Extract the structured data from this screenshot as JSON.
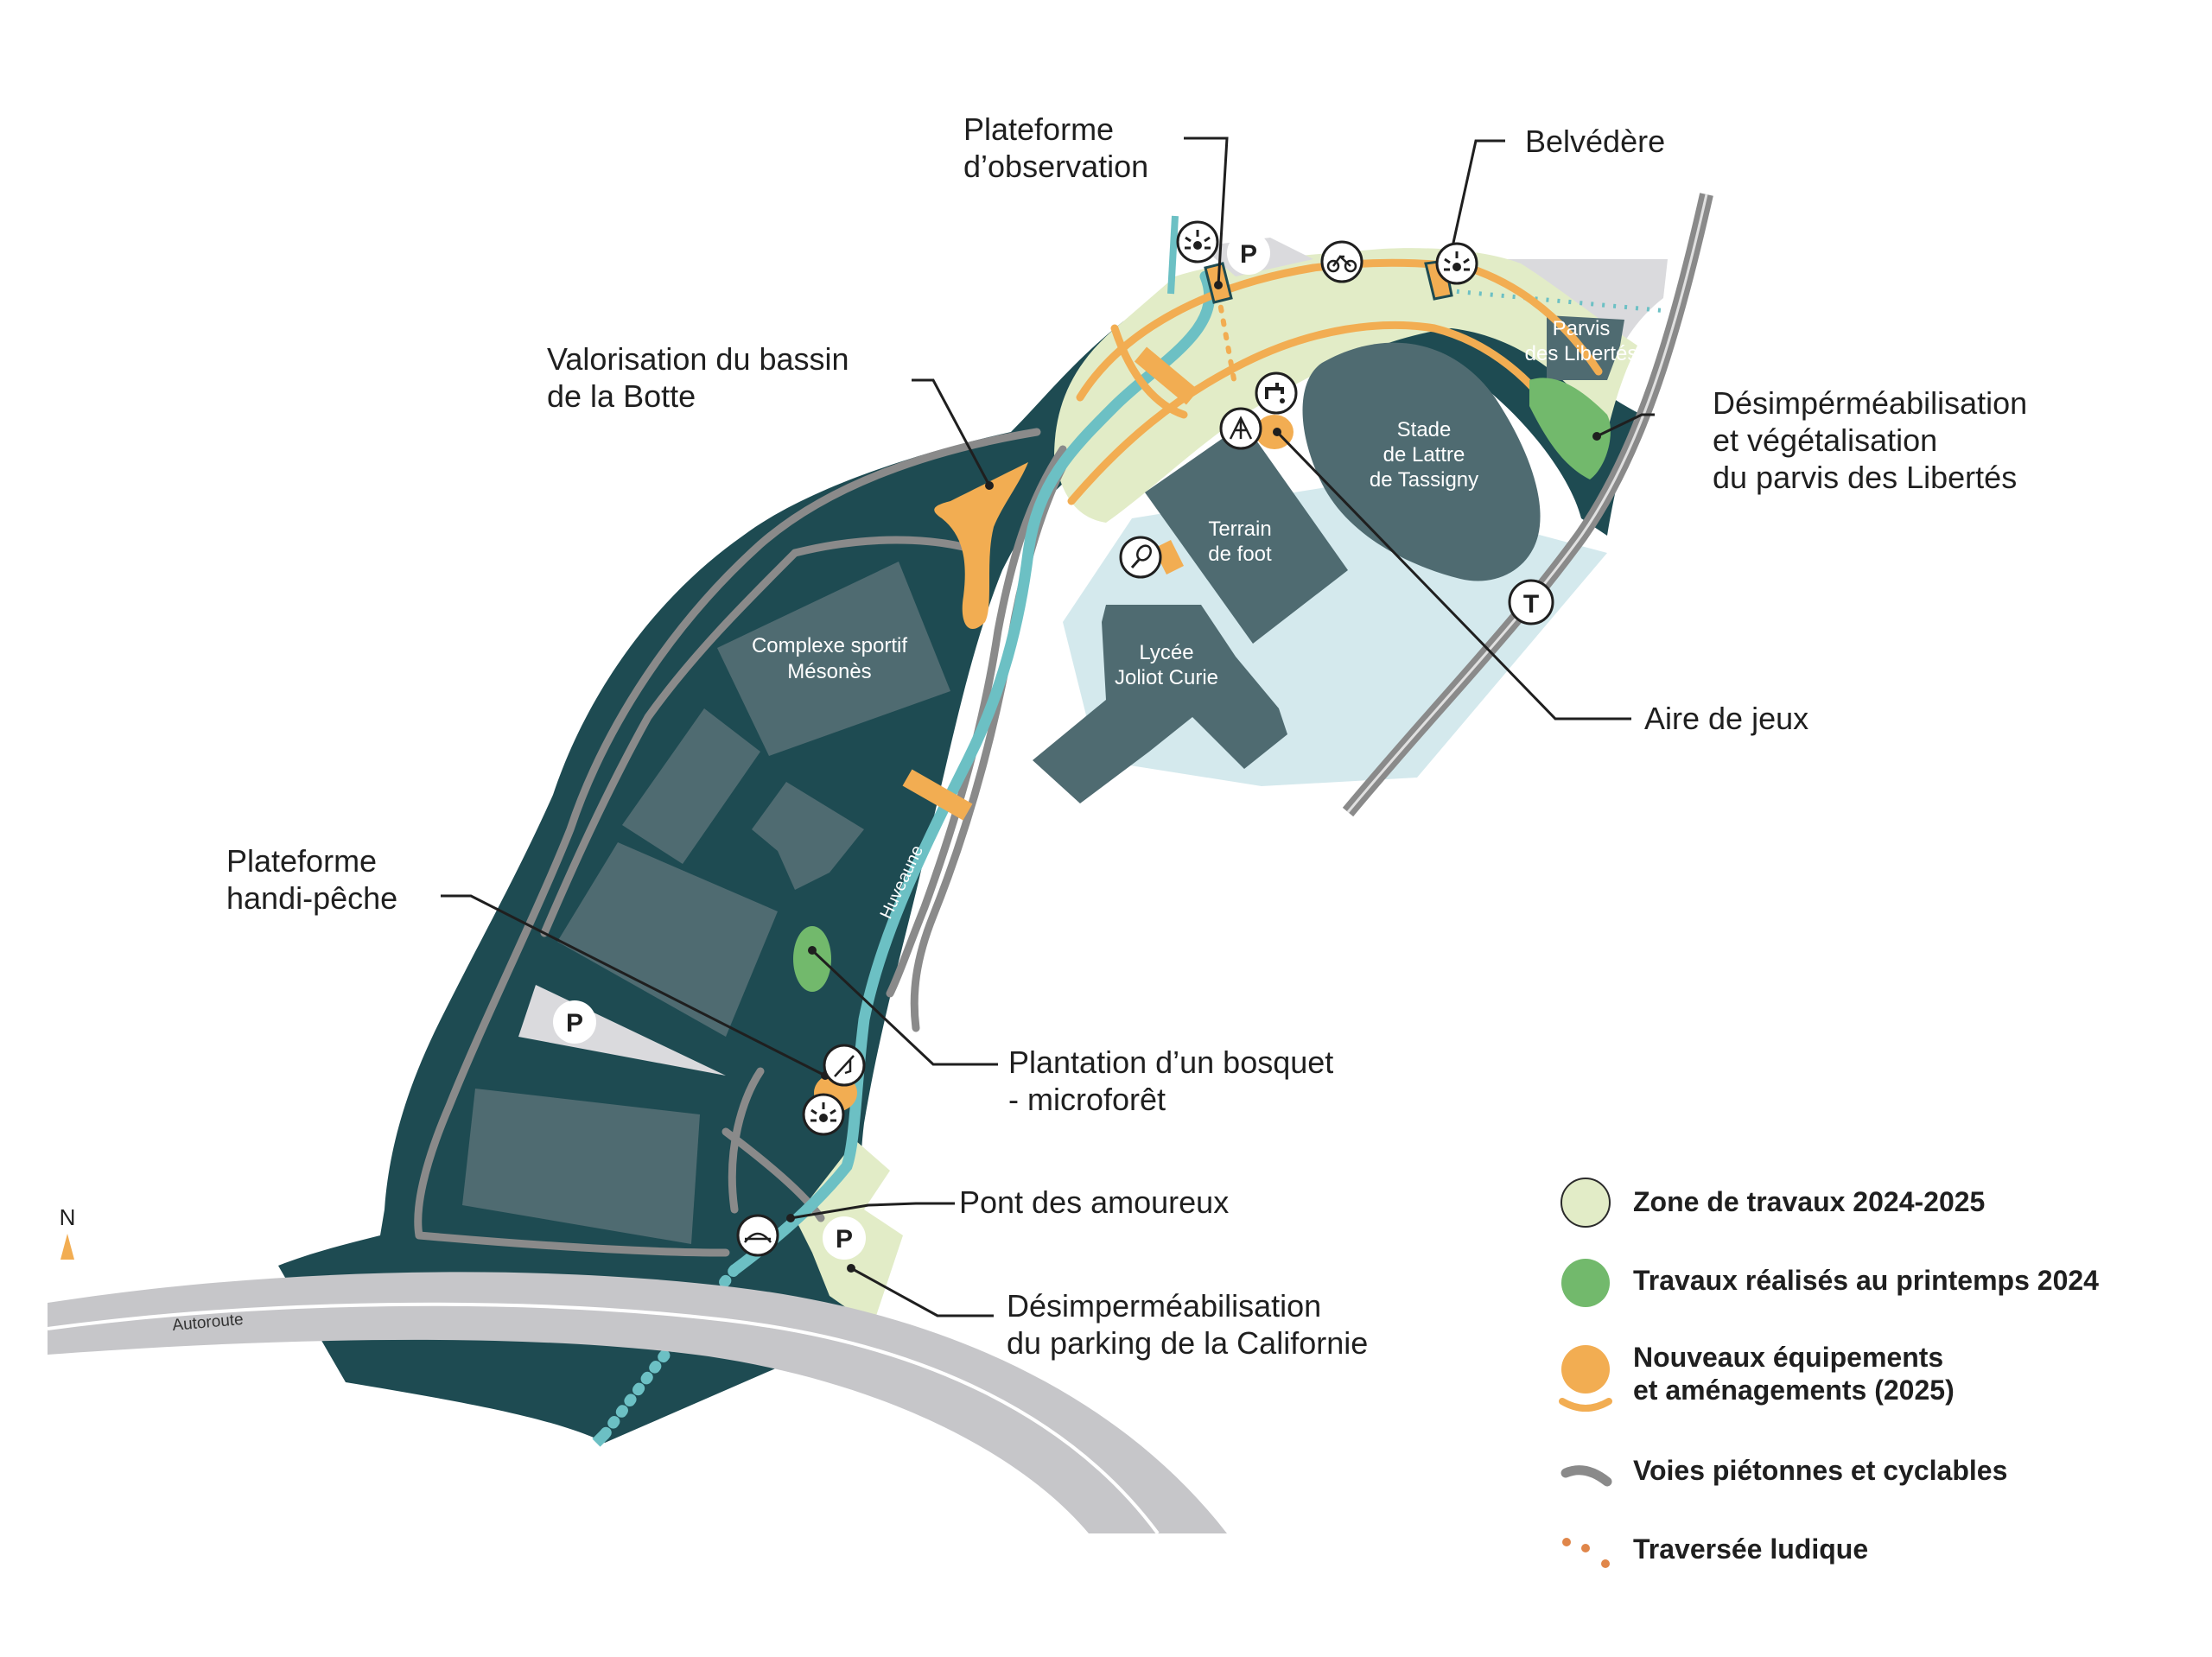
{
  "colors": {
    "park": "#1e4b52",
    "building": "#4f6b71",
    "path": "#8a8a8a",
    "road": "#c6c6c9",
    "river": "#6cc0c4",
    "works_zone": "#e2ecc7",
    "done_green": "#72b96c",
    "new_orange": "#f2ad52",
    "light_zone": "#d4e9ed",
    "grey_zone": "#dadadd"
  },
  "map_labels": {
    "complexe_line1": "Complexe sportif",
    "complexe_line2": "Mésonès",
    "terrain_line1": "Terrain",
    "terrain_line2": "de foot",
    "lycee_line1": "Lycée",
    "lycee_line2": "Joliot Curie",
    "stade_line1": "Stade",
    "stade_line2": "de Lattre",
    "stade_line3": "de Tassigny",
    "parvis_line1": "Parvis",
    "parvis_line2": "des Libertés",
    "river": "Huveaune",
    "autoroute": "Autoroute",
    "parking": "P",
    "tram": "T",
    "north": "N"
  },
  "callouts": {
    "plateforme_obs_1": "Plateforme",
    "plateforme_obs_2": "d’observation",
    "belvedere": "Belvédère",
    "bassin_1": "Valorisation du bassin",
    "bassin_2": "de la Botte",
    "desimper_parvis_1": "Désimpérméabilisation",
    "desimper_parvis_2": "et végétalisation",
    "desimper_parvis_3": "du parvis des Libertés",
    "aire_jeux": "Aire de jeux",
    "handi_1": "Plateforme",
    "handi_2": "handi-pêche",
    "bosquet_1": "Plantation d’un bosquet",
    "bosquet_2": "- microforêt",
    "pont": "Pont des amoureux",
    "desimper_parking_1": "Désimperméabilisation",
    "desimper_parking_2": "du parking de la Californie"
  },
  "icons": [
    "viewpoint-icon",
    "parking-icon",
    "bicycle-icon",
    "playground-icon",
    "water-tap-icon",
    "tennis-icon",
    "fishing-icon",
    "bridge-icon",
    "tram-icon",
    "north-arrow-icon"
  ],
  "legend": [
    {
      "label": "Zone de travaux 2024-2025",
      "symbol": "works-zone-swatch"
    },
    {
      "label": "Travaux réalisés au printemps 2024",
      "symbol": "done-green-swatch"
    },
    {
      "label": "Nouveaux équipements",
      "label2": "et aménagements (2025)",
      "symbol": "new-equipment-swatch"
    },
    {
      "label": "Voies piétonnes et cyclables",
      "symbol": "paths-swatch"
    },
    {
      "label": "Traversée ludique",
      "symbol": "playful-crossing-swatch"
    }
  ]
}
